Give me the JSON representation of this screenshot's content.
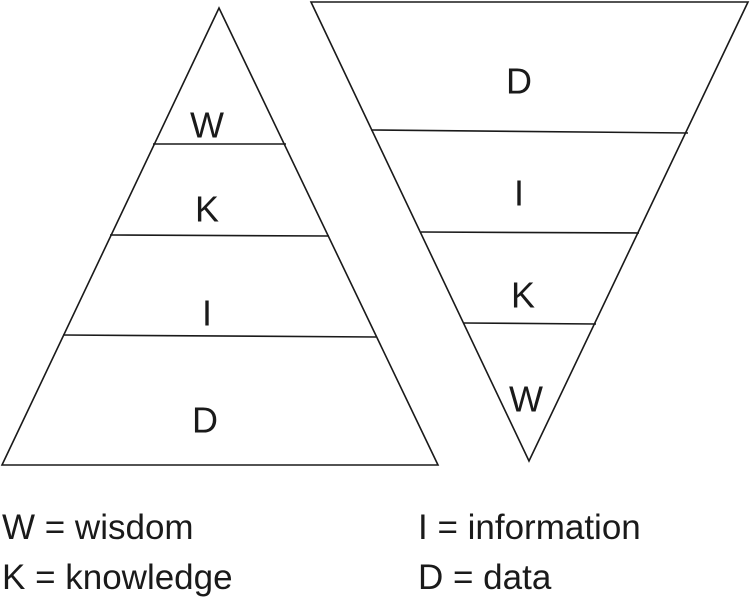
{
  "left_pyramid": {
    "levels": [
      "W",
      "K",
      "I",
      "D"
    ]
  },
  "right_pyramid": {
    "levels": [
      "D",
      "I",
      "K",
      "W"
    ]
  },
  "legend": {
    "wisdom": "W = wisdom",
    "knowledge": "K = knowledge",
    "information": "I = information",
    "data": "D = data"
  },
  "colors": {
    "line": "#1a1a1a",
    "fill": "#ffffff",
    "text": "#1a1a1a"
  }
}
